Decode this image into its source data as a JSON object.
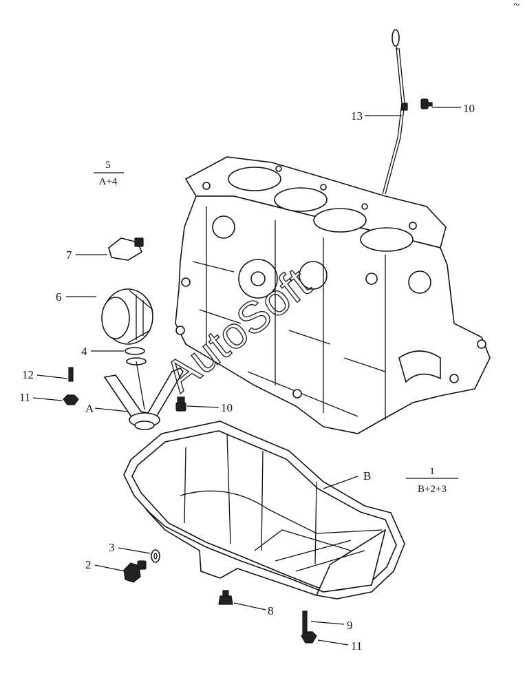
{
  "watermark": "AutoSoft",
  "corner_mark": "~",
  "assemblies": [
    {
      "id": "asm-1",
      "number": "1",
      "formula": "B+2+3"
    },
    {
      "id": "asm-5",
      "number": "5",
      "formula": "A+4"
    }
  ],
  "callouts": {
    "c13": "13",
    "c10_top": "10",
    "c7": "7",
    "c6": "6",
    "c4": "4",
    "c12": "12",
    "c11_left": "11",
    "cA": "A",
    "c10_mid": "10",
    "cB": "B",
    "c3": "3",
    "c2": "2",
    "c8": "8",
    "c9": "9",
    "c11_bottom": "11"
  }
}
